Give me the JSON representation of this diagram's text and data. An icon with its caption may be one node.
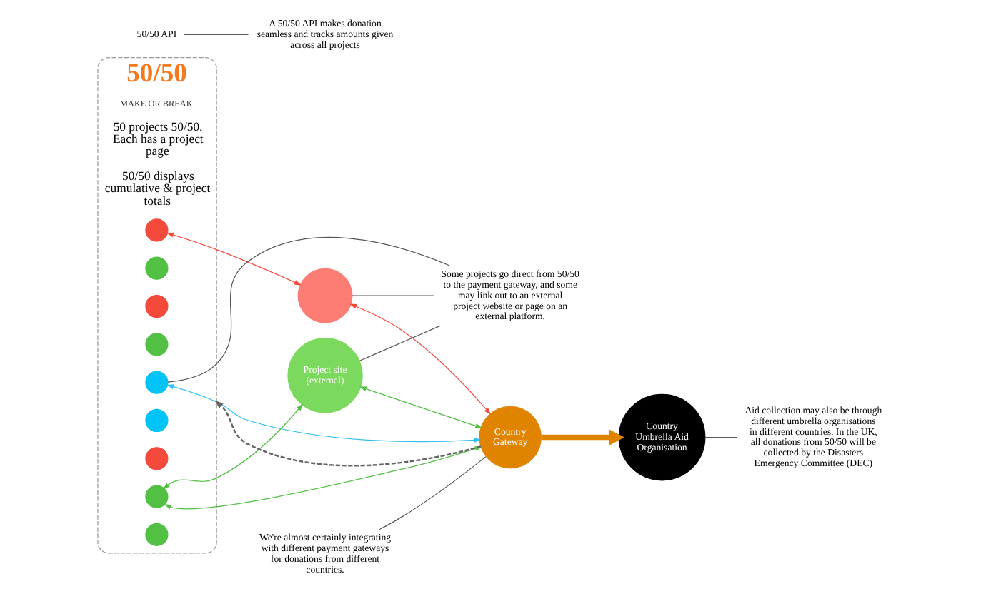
{
  "diagram": {
    "nodes": [
      {
        "text": [
          "50/50",
          "MAKE OR BREAK",
          "50 projects 50/50. Each has a project page",
          "50/50 displays cumulative & project totals"
        ]
      },
      {
        "text": [],
        "shape": "circle",
        "in": 0
      },
      {
        "text": [],
        "shape": "circle",
        "in": 0
      },
      {
        "text": [],
        "shape": "circle",
        "in": 0
      },
      {
        "text": [],
        "shape": "circle",
        "in": 0
      },
      {
        "text": [],
        "shape": "circle",
        "in": 0
      },
      {
        "text": [],
        "shape": "circle",
        "in": 0
      },
      {
        "text": [],
        "shape": "circle",
        "in": 0
      },
      {
        "text": [],
        "shape": "circle",
        "in": 0
      },
      {
        "text": [],
        "shape": "circle",
        "in": 0
      },
      {
        "text": [],
        "shape": "circle"
      },
      {
        "text": [
          "Project site (external)"
        ]
      },
      {
        "text": [
          "Country Gateway"
        ]
      },
      {
        "text": [
          "Country Umbrella Aid Organisation"
        ]
      },
      {
        "text": [
          "We're almost certainly integrating with different payment gateways for donations from different countries."
        ]
      },
      {
        "text": [
          "Some projects go direct from 50/50 to the payment gateway, and some may link out to an external project website or page on an external platform."
        ]
      },
      {
        "text": [
          "50/50 API"
        ]
      },
      {
        "text": [
          "A 50/50 API makes donation seamless and tracks amounts given across all projects"
        ]
      },
      {
        "text": [
          "Aid collection may also be through different umbrella organisations in different countries. In the UK, all donations from 50/50 will be collected by the Disasters Emergency Committee (DEC)"
        ]
      }
    ],
    "edges": [
      {
        "from": 1,
        "to": 10,
        "arrow": "both",
        "color": "#f44a3c"
      },
      {
        "from": 10,
        "to": 12,
        "arrow": "both",
        "color": "#f44a3c"
      },
      {
        "from": 11,
        "to": 12,
        "arrow": "both",
        "color": "#52c043"
      },
      {
        "from": 8,
        "to": 11,
        "arrow": "both",
        "color": "#52c043"
      },
      {
        "from": 8,
        "to": 12,
        "arrow": "both",
        "color": "#52c043"
      },
      {
        "from": 5,
        "to": 12,
        "arrow": "both",
        "color": "#2fbff0"
      },
      {
        "from": 12,
        "to": 0,
        "arrow": "to",
        "style": "dashed",
        "color": "#666666"
      },
      {
        "from": 12,
        "to": 13,
        "arrow": "to",
        "style": "thick",
        "color": "#e08400"
      },
      {
        "from": 14,
        "to": 12,
        "arrow": "none"
      },
      {
        "from": 5,
        "to": 15,
        "arrow": "none"
      },
      {
        "from": 10,
        "to": 15,
        "arrow": "none"
      },
      {
        "from": 11,
        "to": 15,
        "arrow": "none"
      },
      {
        "from": 16,
        "to": 17,
        "arrow": "none"
      },
      {
        "from": 13,
        "to": 18,
        "arrow": "none"
      }
    ]
  }
}
